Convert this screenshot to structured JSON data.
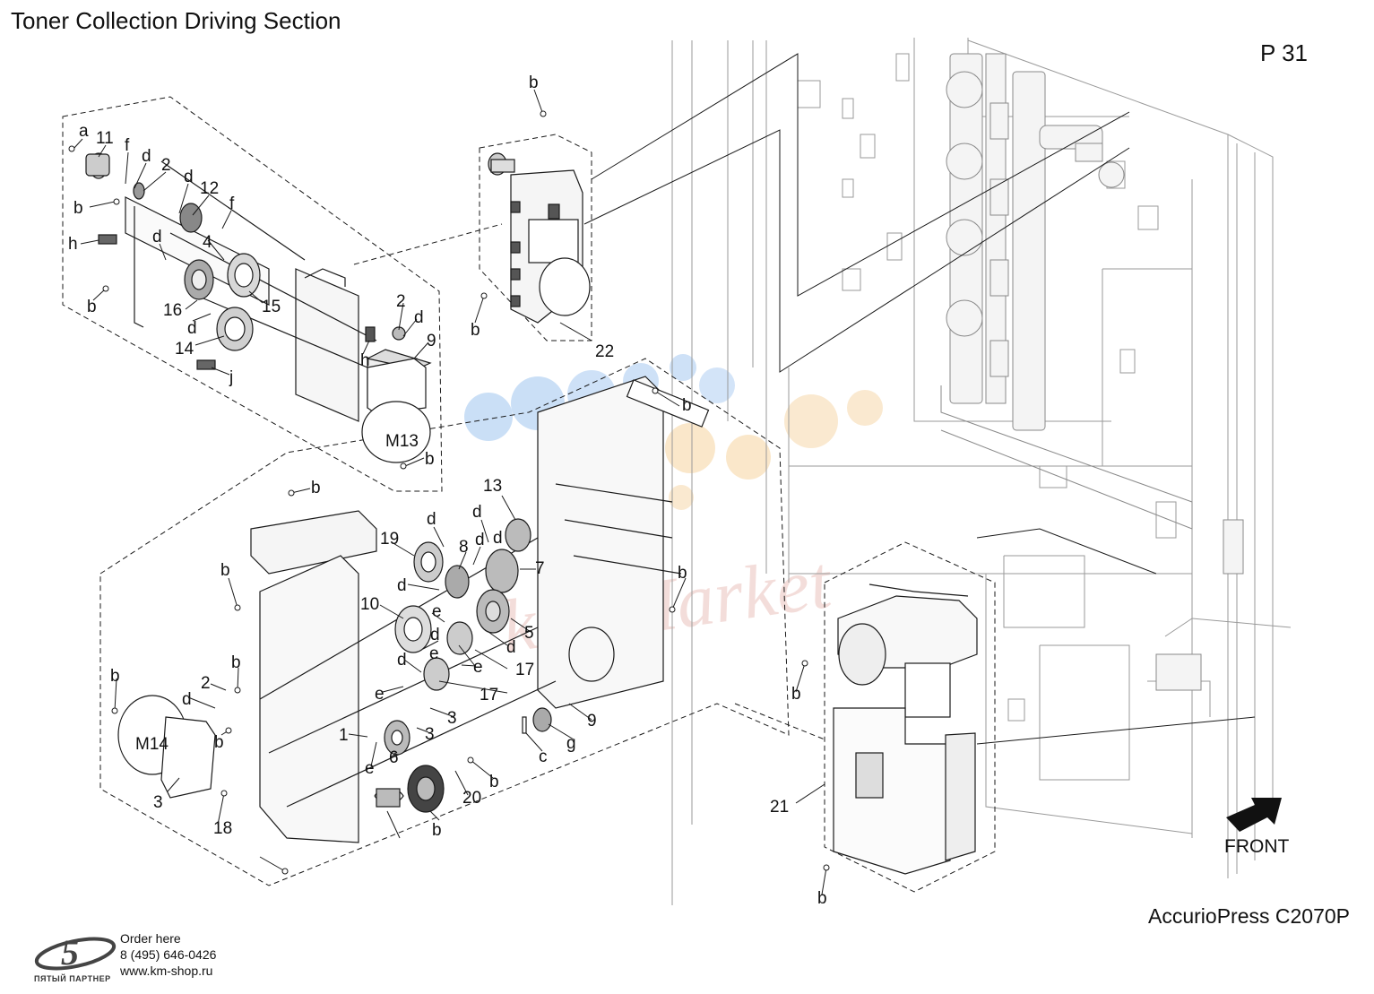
{
  "title": "Toner Collection Driving Section",
  "page_label": "P 31",
  "model": "AccurioPress C2070P",
  "front_label": "FRONT",
  "watermark_text": "km-Market",
  "footer": {
    "logo_caption": "ПЯТЫЙ ПАРТНЕР",
    "order_line": "Order here",
    "phone": "8 (495) 646-0426",
    "website": "www.km-shop.ru"
  },
  "motor_labels": [
    "M13",
    "M14"
  ],
  "callouts": {
    "upper_left": [
      "a",
      "11",
      "f",
      "d",
      "2",
      "d",
      "12",
      "f",
      "b",
      "h",
      "4",
      "d",
      "b",
      "16",
      "15",
      "d",
      "14",
      "2",
      "d",
      "h",
      "9",
      "j",
      "b"
    ],
    "upper_center": [
      "b",
      "b",
      "22"
    ],
    "lower_center": [
      "b",
      "b",
      "13",
      "d",
      "d",
      "19",
      "d",
      "8",
      "d",
      "7",
      "b",
      "d",
      "10",
      "e",
      "5",
      "d",
      "d",
      "17",
      "e",
      "b",
      "b",
      "2",
      "d",
      "d",
      "17",
      "e",
      "b",
      "e",
      "3",
      "b",
      "1",
      "3",
      "6",
      "e",
      "g",
      "9",
      "c",
      "3",
      "b",
      "20",
      "18",
      "b"
    ],
    "lower_right": [
      "b",
      "21",
      "b"
    ]
  },
  "colors": {
    "line": "#1a1a1a",
    "frame_line": "#9a9a9a",
    "watermark_blue": "#9ec4ef",
    "watermark_orange": "#f5cf96",
    "watermark_red": "#c24a3a",
    "arrow": "#111111"
  }
}
